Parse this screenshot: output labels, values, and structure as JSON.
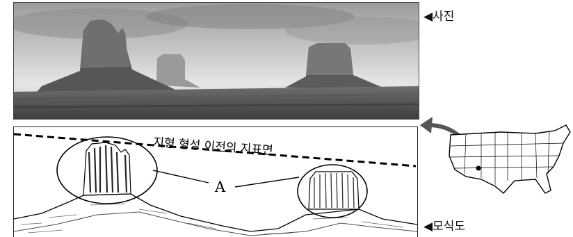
{
  "labels": {
    "photo": "◀사진",
    "sketch": "◀모식도",
    "surface": "지형 형성 이전의 지표면",
    "marker": "A"
  }
}
